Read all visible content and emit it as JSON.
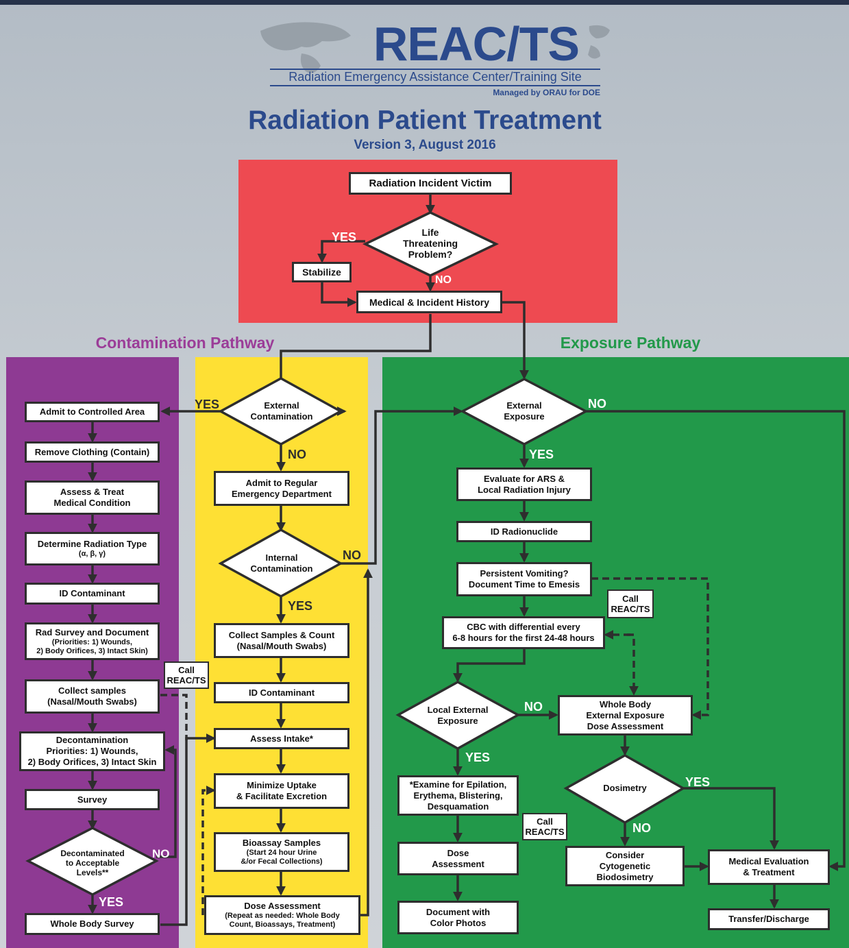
{
  "header": {
    "logo": "REAC/TS",
    "org_name": "Radiation Emergency Assistance Center/Training Site",
    "managed_by": "Managed by ORAU for DOE",
    "title": "Radiation Patient Treatment",
    "version": "Version 3, August 2016"
  },
  "colors": {
    "triage_panel": "#ee4a51",
    "contamination_panel": "#8e3a93",
    "internal_panel": "#fee034",
    "exposure_panel": "#22994a",
    "title_blue": "#2b4a8c",
    "contamination_title": "#9b3d98",
    "exposure_title": "#22994a"
  },
  "pathways": {
    "contamination": "Contamination Pathway",
    "exposure": "Exposure Pathway"
  },
  "triage": {
    "victim": "Radiation Incident Victim",
    "life_q": [
      "Life",
      "Threatening",
      "Problem?"
    ],
    "stabilize": "Stabilize",
    "history": "Medical & Incident History",
    "yes": "YES",
    "no": "NO"
  },
  "contamination": {
    "admit_controlled": "Admit to Controlled Area",
    "remove_clothing": "Remove Clothing (Contain)",
    "assess_treat": [
      "Assess & Treat",
      "Medical Condition"
    ],
    "rad_type": [
      "Determine Radiation Type",
      "(α, β, γ)"
    ],
    "id_contaminant": "ID Contaminant",
    "rad_survey": [
      "Rad Survey and Document",
      "(Priorities: 1) Wounds,",
      "2) Body Orifices, 3) Intact Skin)"
    ],
    "collect_samples": [
      "Collect samples",
      "(Nasal/Mouth Swabs)"
    ],
    "decon": [
      "Decontamination",
      "Priorities: 1) Wounds,",
      "2) Body Orifices, 3) Intact Skin"
    ],
    "survey": "Survey",
    "decon_q": [
      "Decontaminated",
      "to Acceptable",
      "Levels**"
    ],
    "whole_body_survey": "Whole Body Survey",
    "yes": "YES",
    "no": "NO"
  },
  "internal": {
    "ext_contam_q": [
      "External",
      "Contamination"
    ],
    "admit_regular": [
      "Admit to Regular",
      "Emergency Department"
    ],
    "int_contam_q": [
      "Internal",
      "Contamination"
    ],
    "collect_count": [
      "Collect Samples & Count",
      "(Nasal/Mouth Swabs)"
    ],
    "id_contaminant": "ID Contaminant",
    "assess_intake": "Assess Intake*",
    "minimize": [
      "Minimize Uptake",
      "& Facilitate Excretion"
    ],
    "bioassay": [
      "Bioassay Samples",
      "(Start 24 hour Urine",
      "&/or Fecal Collections)"
    ],
    "dose_assessment": [
      "Dose Assessment",
      "(Repeat as needed: Whole Body",
      "Count, Bioassays, Treatment)"
    ],
    "yes": "YES",
    "no": "NO"
  },
  "exposure": {
    "ext_exposure_q": [
      "External",
      "Exposure"
    ],
    "evaluate_ars": [
      "Evaluate for ARS &",
      "Local Radiation Injury"
    ],
    "id_radionuclide": "ID Radionuclide",
    "vomiting": [
      "Persistent Vomiting?",
      "Document Time to Emesis"
    ],
    "cbc": [
      "CBC with differential every",
      "6-8 hours for the first 24-48 hours"
    ],
    "local_q": [
      "Local External",
      "Exposure"
    ],
    "whole_body_dose": [
      "Whole Body",
      "External Exposure",
      "Dose Assessment"
    ],
    "examine": [
      "*Examine for Epilation,",
      "Erythema, Blistering,",
      "Desquamation"
    ],
    "dosimetry_q": "Dosimetry",
    "dose_assessment": [
      "Dose",
      "Assessment"
    ],
    "cytogenetic": [
      "Consider",
      "Cytogenetic",
      "Biodosimetry"
    ],
    "med_eval": [
      "Medical Evaluation",
      "& Treatment"
    ],
    "document_photos": [
      "Document with",
      "Color Photos"
    ],
    "transfer": "Transfer/Discharge",
    "yes": "YES",
    "no": "NO"
  },
  "call": [
    "Call",
    "REAC/TS"
  ]
}
